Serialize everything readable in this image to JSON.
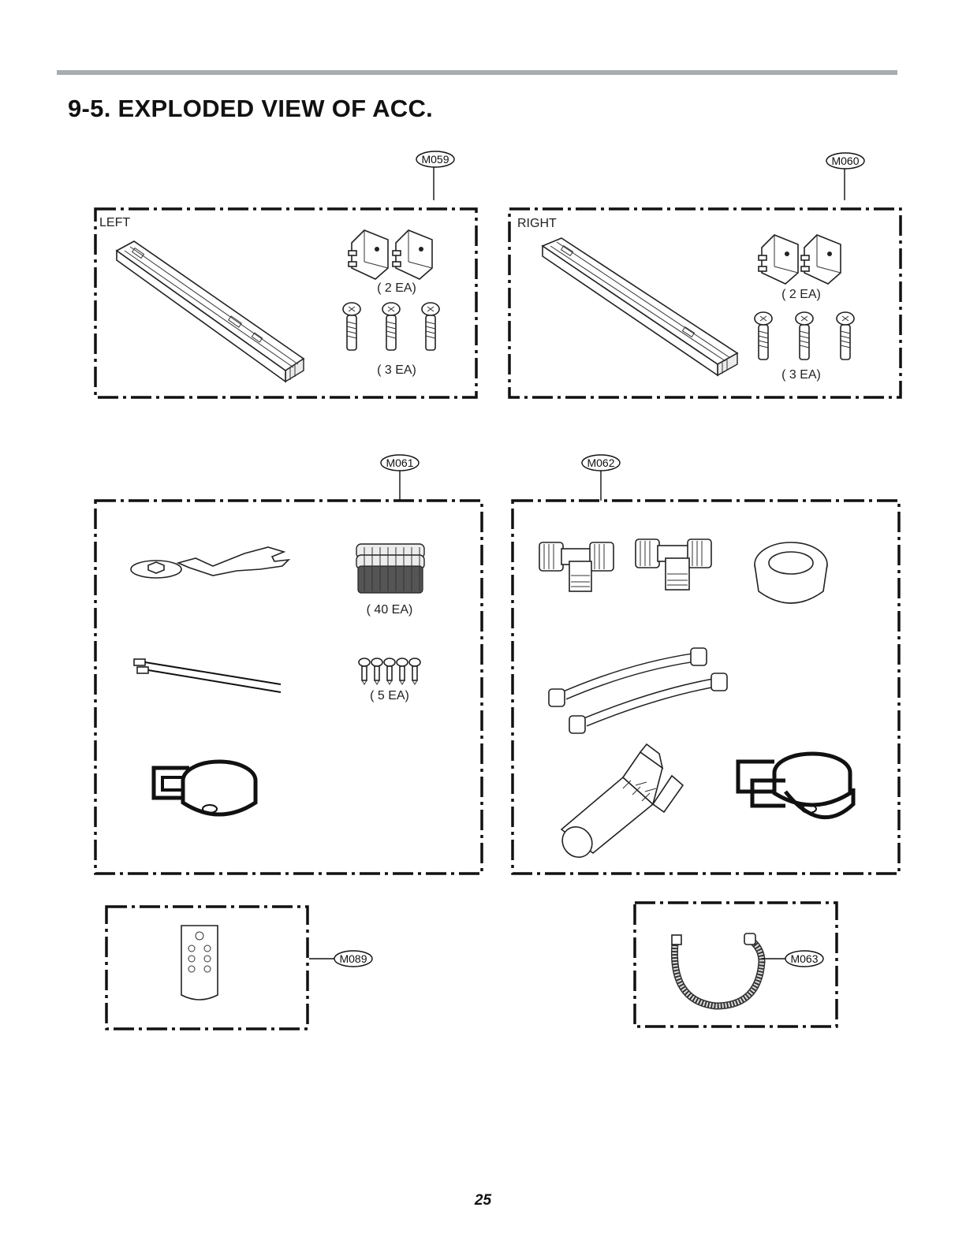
{
  "page": {
    "title": "9-5. EXPLODED VIEW OF ACC.",
    "page_number": "25"
  },
  "groups": [
    {
      "callout": "M059",
      "label": "LEFT",
      "quantities": [
        "( 2 EA)",
        "( 3 EA)"
      ]
    },
    {
      "callout": "M060",
      "label": "RIGHT",
      "quantities": [
        "( 2 EA)",
        "( 3 EA)"
      ]
    },
    {
      "callout": "M061",
      "quantities": [
        "( 40 EA)",
        "( 5 EA)"
      ]
    },
    {
      "callout": "M062"
    },
    {
      "callout": "M089"
    },
    {
      "callout": "M063"
    }
  ]
}
